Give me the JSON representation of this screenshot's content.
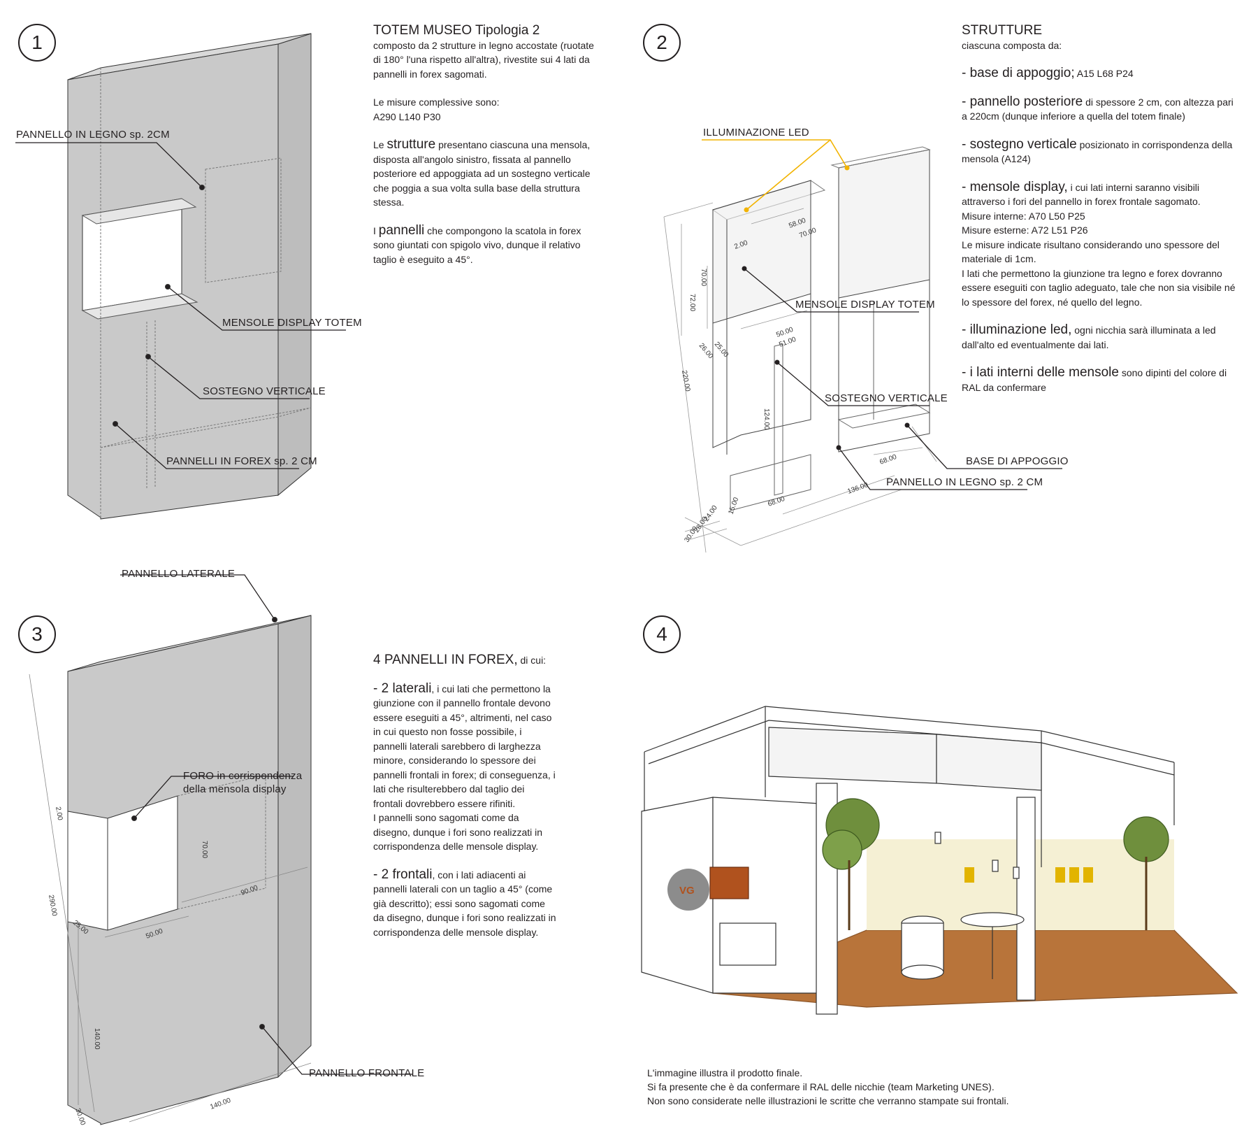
{
  "colors": {
    "panel_fill": "#c9c9c9",
    "led": "#f2b300",
    "floor": "#b8743a",
    "ink": "#231f20"
  },
  "q1": {
    "number": "1",
    "title": "TOTEM MUSEO  Tipologia 2",
    "intro": "composto da 2 strutture in legno accostate (ruotate di 180° l'una rispetto all'altra), rivestite sui 4 lati da pannelli in forex sagomati.",
    "measures_label": "Le misure complessive sono:",
    "measures_value": "A290 L140 P30",
    "p2_a": "Le",
    "p2_b": "strutture",
    "p2_c": "presentano ciascuna una mensola, disposta all'angolo sinistro, fissata al pannello posteriore ed appoggiata ad un sostegno verticale che poggia a sua volta sulla base della struttura stessa.",
    "p3_a": "I",
    "p3_b": "pannelli",
    "p3_c": "che compongono la scatola in forex sono giuntati con spigolo vivo, dunque il relativo taglio è eseguito a 45°.",
    "callouts": {
      "legno": "PANNELLO IN LEGNO sp. 2CM",
      "mensole": "MENSOLE DISPLAY TOTEM",
      "sostegno": "SOSTEGNO VERTICALE",
      "forex": "PANNELLI IN FOREX sp. 2 CM"
    }
  },
  "q2": {
    "number": "2",
    "title": "STRUTTURE",
    "subtitle": "ciascuna composta da:",
    "b1_head": "- base di appoggio;",
    "b1_tail": "A15 L68 P24",
    "b2_head": "- pannello posteriore",
    "b2_tail": "di spessore 2 cm, con altezza pari a 220cm (dunque inferiore a quella del totem finale)",
    "b3_head": "- sostegno verticale",
    "b3_tail": "posizionato in corrispondenza della mensola (A124)",
    "b4_head": "- mensole display,",
    "b4_tail": "i cui lati interni saranno visibili attraverso i fori del pannello in forex frontale sagomato.",
    "b4_l1": "Misure interne: A70 L50 P25",
    "b4_l2": "Misure esterne: A72 L51 P26",
    "b4_l3": "Le misure indicate risultano considerando uno spessore del materiale di 1cm.",
    "b4_l4": "I lati che permettono la giunzione tra legno e forex dovranno essere eseguiti con taglio adeguato, tale che non sia visibile né lo spessore del forex, né quello del legno.",
    "b5_head": "- illuminazione led,",
    "b5_tail": "ogni nicchia sarà illuminata a led dall'alto ed eventualmente dai lati.",
    "b6_head": "- i lati interni delle mensole",
    "b6_tail": "sono dipinti del colore di RAL da confermare",
    "callouts": {
      "led": "ILLUMINAZIONE LED",
      "mensole": "MENSOLE DISPLAY TOTEM",
      "sostegno": "SOSTEGNO VERTICALE",
      "base": "BASE DI APPOGGIO",
      "legno": "PANNELLO IN LEGNO sp. 2 CM"
    },
    "dims": {
      "d1": "58.00",
      "d2": "70.00",
      "d3": "2.00",
      "d4": "72.00",
      "d5": "70.00",
      "d6": "25.00",
      "d7": "26.00",
      "d8": "50.00",
      "d9": "51.00",
      "d10": "220.00",
      "d11": "124.00",
      "d12": "68.00",
      "d13": "136.00",
      "d14": "68.00",
      "d15": "24.00",
      "d16": "28.00",
      "d17": "30.00",
      "d18": "15.00"
    }
  },
  "q3": {
    "number": "3",
    "title_a": "4 PANNELLI IN FOREX,",
    "title_b": "di cui:",
    "p1_head": "- 2 laterali",
    "p1_tail": ", i cui lati che permettono la giunzione con il pannello frontale devono essere eseguiti a 45°, altrimenti, nel caso in cui questo non fosse possibile, i pannelli laterali sarebbero di larghezza minore, considerando lo spessore dei pannelli frontali in forex; di conseguenza, i lati che risulterebbero dal taglio dei frontali dovrebbero essere rifiniti.",
    "p1_more": "I pannelli sono sagomati come da disegno, dunque i fori sono realizzati in corrispondenza delle mensole display.",
    "p2_head": "- 2 frontali",
    "p2_tail": ", con i lati adiacenti ai pannelli laterali con un taglio a 45° (come già descritto); essi sono sagomati come da disegno, dunque i fori sono realizzati in corrispondenza delle mensole display.",
    "callouts": {
      "laterale": "PANNELLO LATERALE",
      "foro_1": "FORO in corrispondenza",
      "foro_2": "della mensola display",
      "frontale": "PANNELLO FRONTALE"
    },
    "dims": {
      "h": "290.00",
      "w": "140.00",
      "d": "30.00",
      "a": "2.00",
      "b": "70.00",
      "c": "90.00",
      "e": "50.00",
      "f": "25.00",
      "g": "140.00"
    }
  },
  "q4": {
    "number": "4",
    "logo": "VG",
    "foot_1": "L'immagine illustra il prodotto finale.",
    "foot_2": "Si fa presente che è da confermare il RAL delle nicchie (team Marketing UNES).",
    "foot_3": "Non sono considerate nelle illustrazioni le scritte che verranno stampate sui frontali."
  }
}
